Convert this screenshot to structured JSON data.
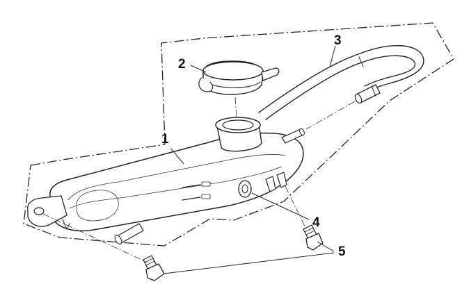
{
  "diagram": {
    "callouts": [
      {
        "id": "tank",
        "number": "1"
      },
      {
        "id": "cap",
        "number": "2"
      },
      {
        "id": "hose",
        "number": "3"
      },
      {
        "id": "grommet",
        "number": "4"
      },
      {
        "id": "bolts",
        "number": "5"
      }
    ],
    "colors": {
      "ink": "#222222",
      "background": "#ffffff"
    }
  }
}
